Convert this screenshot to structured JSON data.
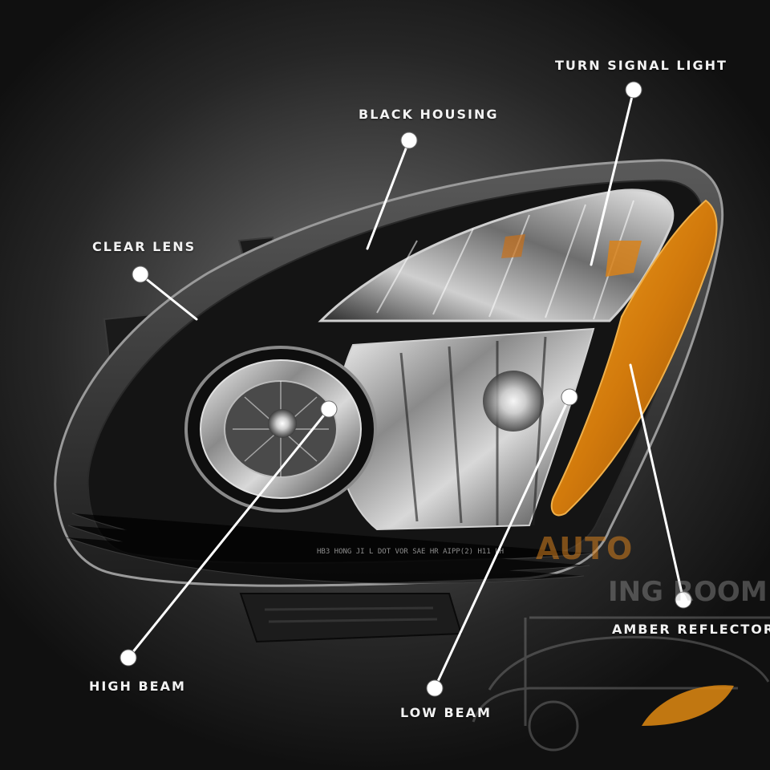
{
  "callouts": {
    "turn_signal": "TURN SIGNAL LIGHT",
    "black_housing": "BLACK HOUSING",
    "clear_lens": "CLEAR LENS",
    "high_beam": "HIGH BEAM",
    "low_beam": "LOW BEAM",
    "amber_reflector": "AMBER REFLECTOR"
  },
  "lens_markings": "HB3 HONG JI L DOT VOR SAE HR AIPP(2) H11 LH",
  "watermark": {
    "brand": "AUTO",
    "subtitle": "ING ROOM"
  },
  "colors": {
    "amber": "#e08a12",
    "housing": "#141414",
    "callout_line": "#ffffff",
    "background_center": "#7a7a7a"
  },
  "icons": {
    "callout_marker": "white-dot",
    "watermark_car": "car-outline"
  }
}
